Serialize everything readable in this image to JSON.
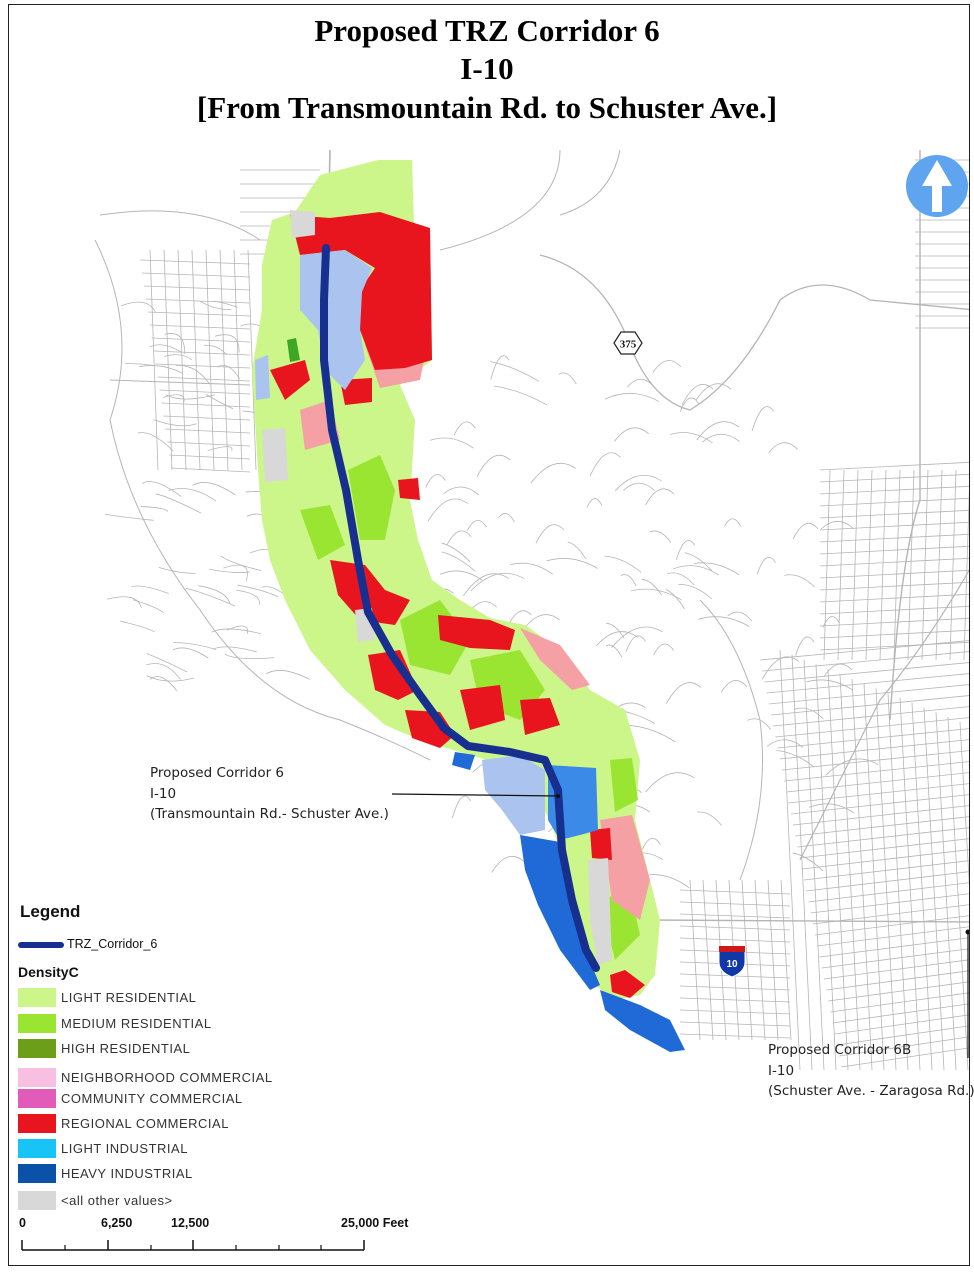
{
  "title": {
    "line1": "Proposed TRZ Corridor 6",
    "line2": "I-10",
    "line3": "[From Transmountain Rd. to Schuster Ave.]"
  },
  "shields": {
    "state": "375",
    "interstate": "10"
  },
  "callouts": {
    "corridor6": [
      "Proposed Corridor 6",
      "I-10",
      "(Transmountain Rd.- Schuster Ave.)"
    ],
    "corridor6b": [
      "Proposed Corridor 6B",
      "I-10",
      "(Schuster Ave. - Zaragosa Rd.)"
    ]
  },
  "legend": {
    "title": "Legend",
    "corridor_label": "TRZ_Corridor_6",
    "corridor_color": "#17308f",
    "density_title": "DensityC",
    "items": [
      {
        "label": "LIGHT RESIDENTIAL",
        "color": "#ccf58a"
      },
      {
        "label": "MEDIUM RESIDENTIAL",
        "color": "#9ae532"
      },
      {
        "label": "HIGH RESIDENTIAL",
        "color": "#6c9e1a"
      },
      {
        "label": "NEIGHBORHOOD COMMERCIAL",
        "color": "#f9bfe0"
      },
      {
        "label": "COMMUNITY COMMERCIAL",
        "color": "#e05cb8"
      },
      {
        "label": "REGIONAL COMMERCIAL",
        "color": "#e8141e"
      },
      {
        "label": "LIGHT INDUSTRIAL",
        "color": "#18c3f5"
      },
      {
        "label": "HEAVY INDUSTRIAL",
        "color": "#0a52a8"
      },
      {
        "label": "<all other values>",
        "color": "#d8d8d8"
      }
    ]
  },
  "scale_bar": {
    "labels": [
      "0",
      "6,250",
      "12,500",
      "25,000 Feet"
    ]
  },
  "colors": {
    "street": "#b5b5b5",
    "north_arrow": "#5ea4ee",
    "pale_blue": "#aac4ef",
    "salmon": "#f4a0a4"
  }
}
